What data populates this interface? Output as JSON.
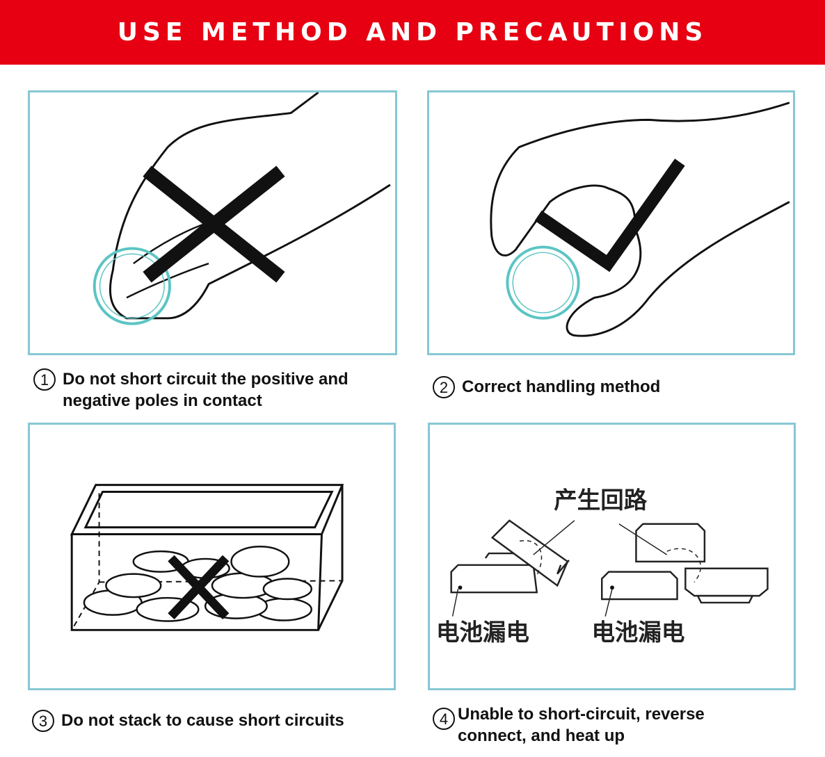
{
  "header": {
    "title": "USE METHOD AND PRECAUTIONS"
  },
  "accent_color": "#e60012",
  "border_color": "#86c8d3",
  "panels": [
    {
      "number": "1",
      "caption": "Do not short circuit the positive and negative poles in contact",
      "mark": "cross-icon"
    },
    {
      "number": "2",
      "caption": "Correct handling method",
      "mark": "check-icon"
    },
    {
      "number": "3",
      "caption": "Do not stack to cause short circuits",
      "mark": "cross-icon"
    },
    {
      "number": "4",
      "caption": "Unable to short-circuit, reverse connect, and heat up",
      "labels": {
        "circuit": "产生回路",
        "leak_left": "电池漏电",
        "leak_right": "电池漏电"
      }
    }
  ]
}
